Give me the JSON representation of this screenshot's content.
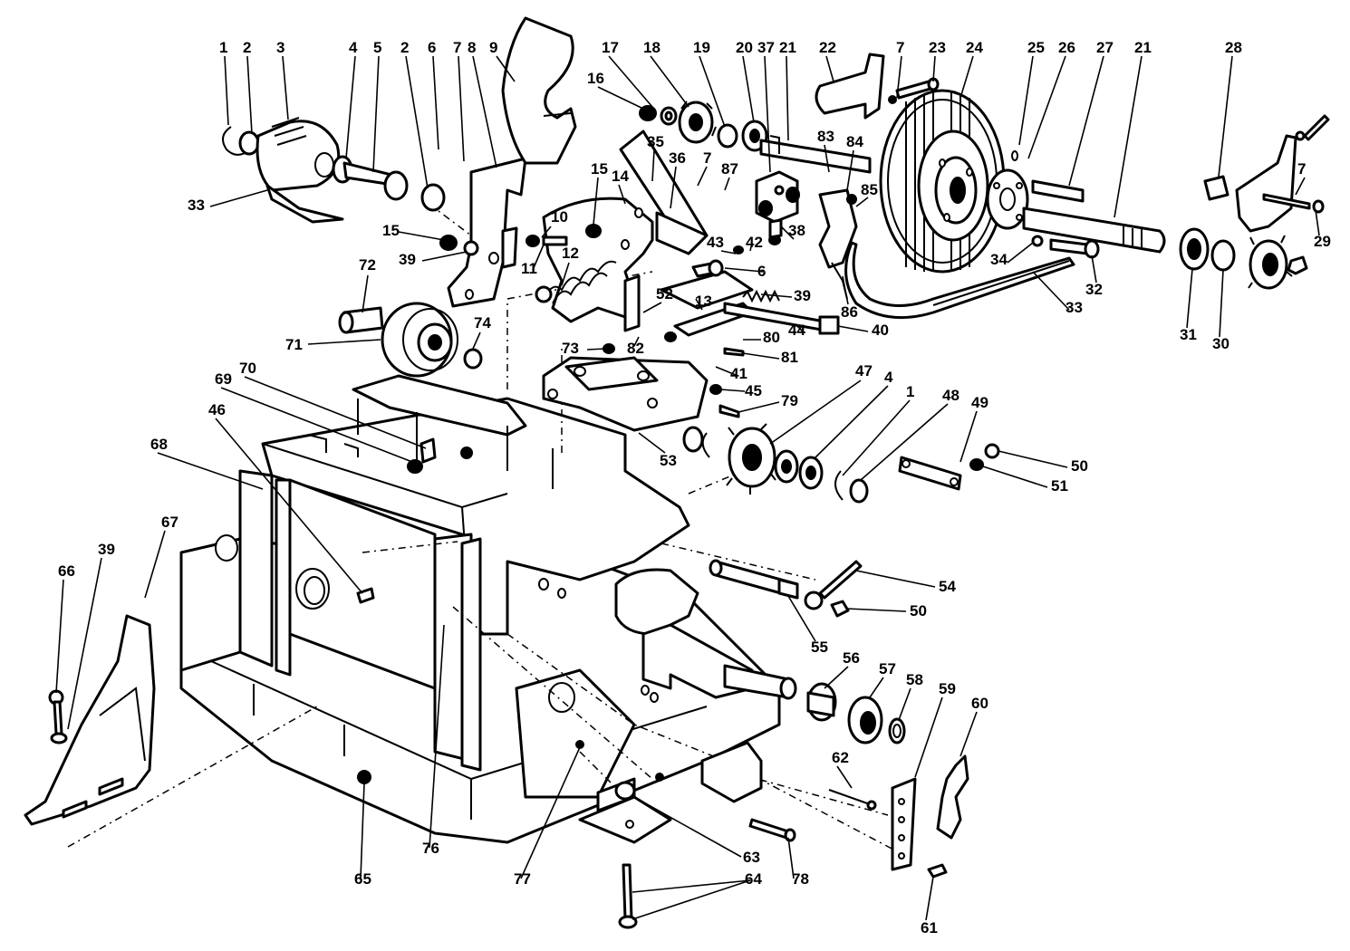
{
  "diagram": {
    "callouts": [
      {
        "number": "1"
      },
      {
        "number": "2"
      },
      {
        "number": "3"
      },
      {
        "number": "4"
      },
      {
        "number": "5"
      },
      {
        "number": "2"
      },
      {
        "number": "6"
      },
      {
        "number": "7"
      },
      {
        "number": "8"
      },
      {
        "number": "9"
      },
      {
        "number": "17"
      },
      {
        "number": "18"
      },
      {
        "number": "19"
      },
      {
        "number": "20"
      },
      {
        "number": "37"
      },
      {
        "number": "21"
      },
      {
        "number": "22"
      },
      {
        "number": "7"
      },
      {
        "number": "23"
      },
      {
        "number": "24"
      },
      {
        "number": "25"
      },
      {
        "number": "26"
      },
      {
        "number": "27"
      },
      {
        "number": "21"
      },
      {
        "number": "28"
      },
      {
        "number": "16"
      },
      {
        "number": "35"
      },
      {
        "number": "36"
      },
      {
        "number": "7"
      },
      {
        "number": "87"
      },
      {
        "number": "83"
      },
      {
        "number": "84"
      },
      {
        "number": "85"
      },
      {
        "number": "33"
      },
      {
        "number": "15"
      },
      {
        "number": "14"
      },
      {
        "number": "10"
      },
      {
        "number": "11"
      },
      {
        "number": "12"
      },
      {
        "number": "15"
      },
      {
        "number": "39"
      },
      {
        "number": "43"
      },
      {
        "number": "42"
      },
      {
        "number": "38"
      },
      {
        "number": "7"
      },
      {
        "number": "29"
      },
      {
        "number": "34"
      },
      {
        "number": "32"
      },
      {
        "number": "33"
      },
      {
        "number": "31"
      },
      {
        "number": "30"
      },
      {
        "number": "72"
      },
      {
        "number": "6"
      },
      {
        "number": "52"
      },
      {
        "number": "13"
      },
      {
        "number": "39"
      },
      {
        "number": "86"
      },
      {
        "number": "40"
      },
      {
        "number": "44"
      },
      {
        "number": "74"
      },
      {
        "number": "71"
      },
      {
        "number": "73"
      },
      {
        "number": "82"
      },
      {
        "number": "80"
      },
      {
        "number": "81"
      },
      {
        "number": "41"
      },
      {
        "number": "45"
      },
      {
        "number": "79"
      },
      {
        "number": "47"
      },
      {
        "number": "4"
      },
      {
        "number": "1"
      },
      {
        "number": "48"
      },
      {
        "number": "49"
      },
      {
        "number": "70"
      },
      {
        "number": "69"
      },
      {
        "number": "46"
      },
      {
        "number": "68"
      },
      {
        "number": "53"
      },
      {
        "number": "50"
      },
      {
        "number": "51"
      },
      {
        "number": "54"
      },
      {
        "number": "50"
      },
      {
        "number": "67"
      },
      {
        "number": "39"
      },
      {
        "number": "66"
      },
      {
        "number": "55"
      },
      {
        "number": "56"
      },
      {
        "number": "57"
      },
      {
        "number": "58"
      },
      {
        "number": "59"
      },
      {
        "number": "60"
      },
      {
        "number": "62"
      },
      {
        "number": "63"
      },
      {
        "number": "65"
      },
      {
        "number": "76"
      },
      {
        "number": "77"
      },
      {
        "number": "64"
      },
      {
        "number": "78"
      },
      {
        "number": "61"
      }
    ]
  }
}
